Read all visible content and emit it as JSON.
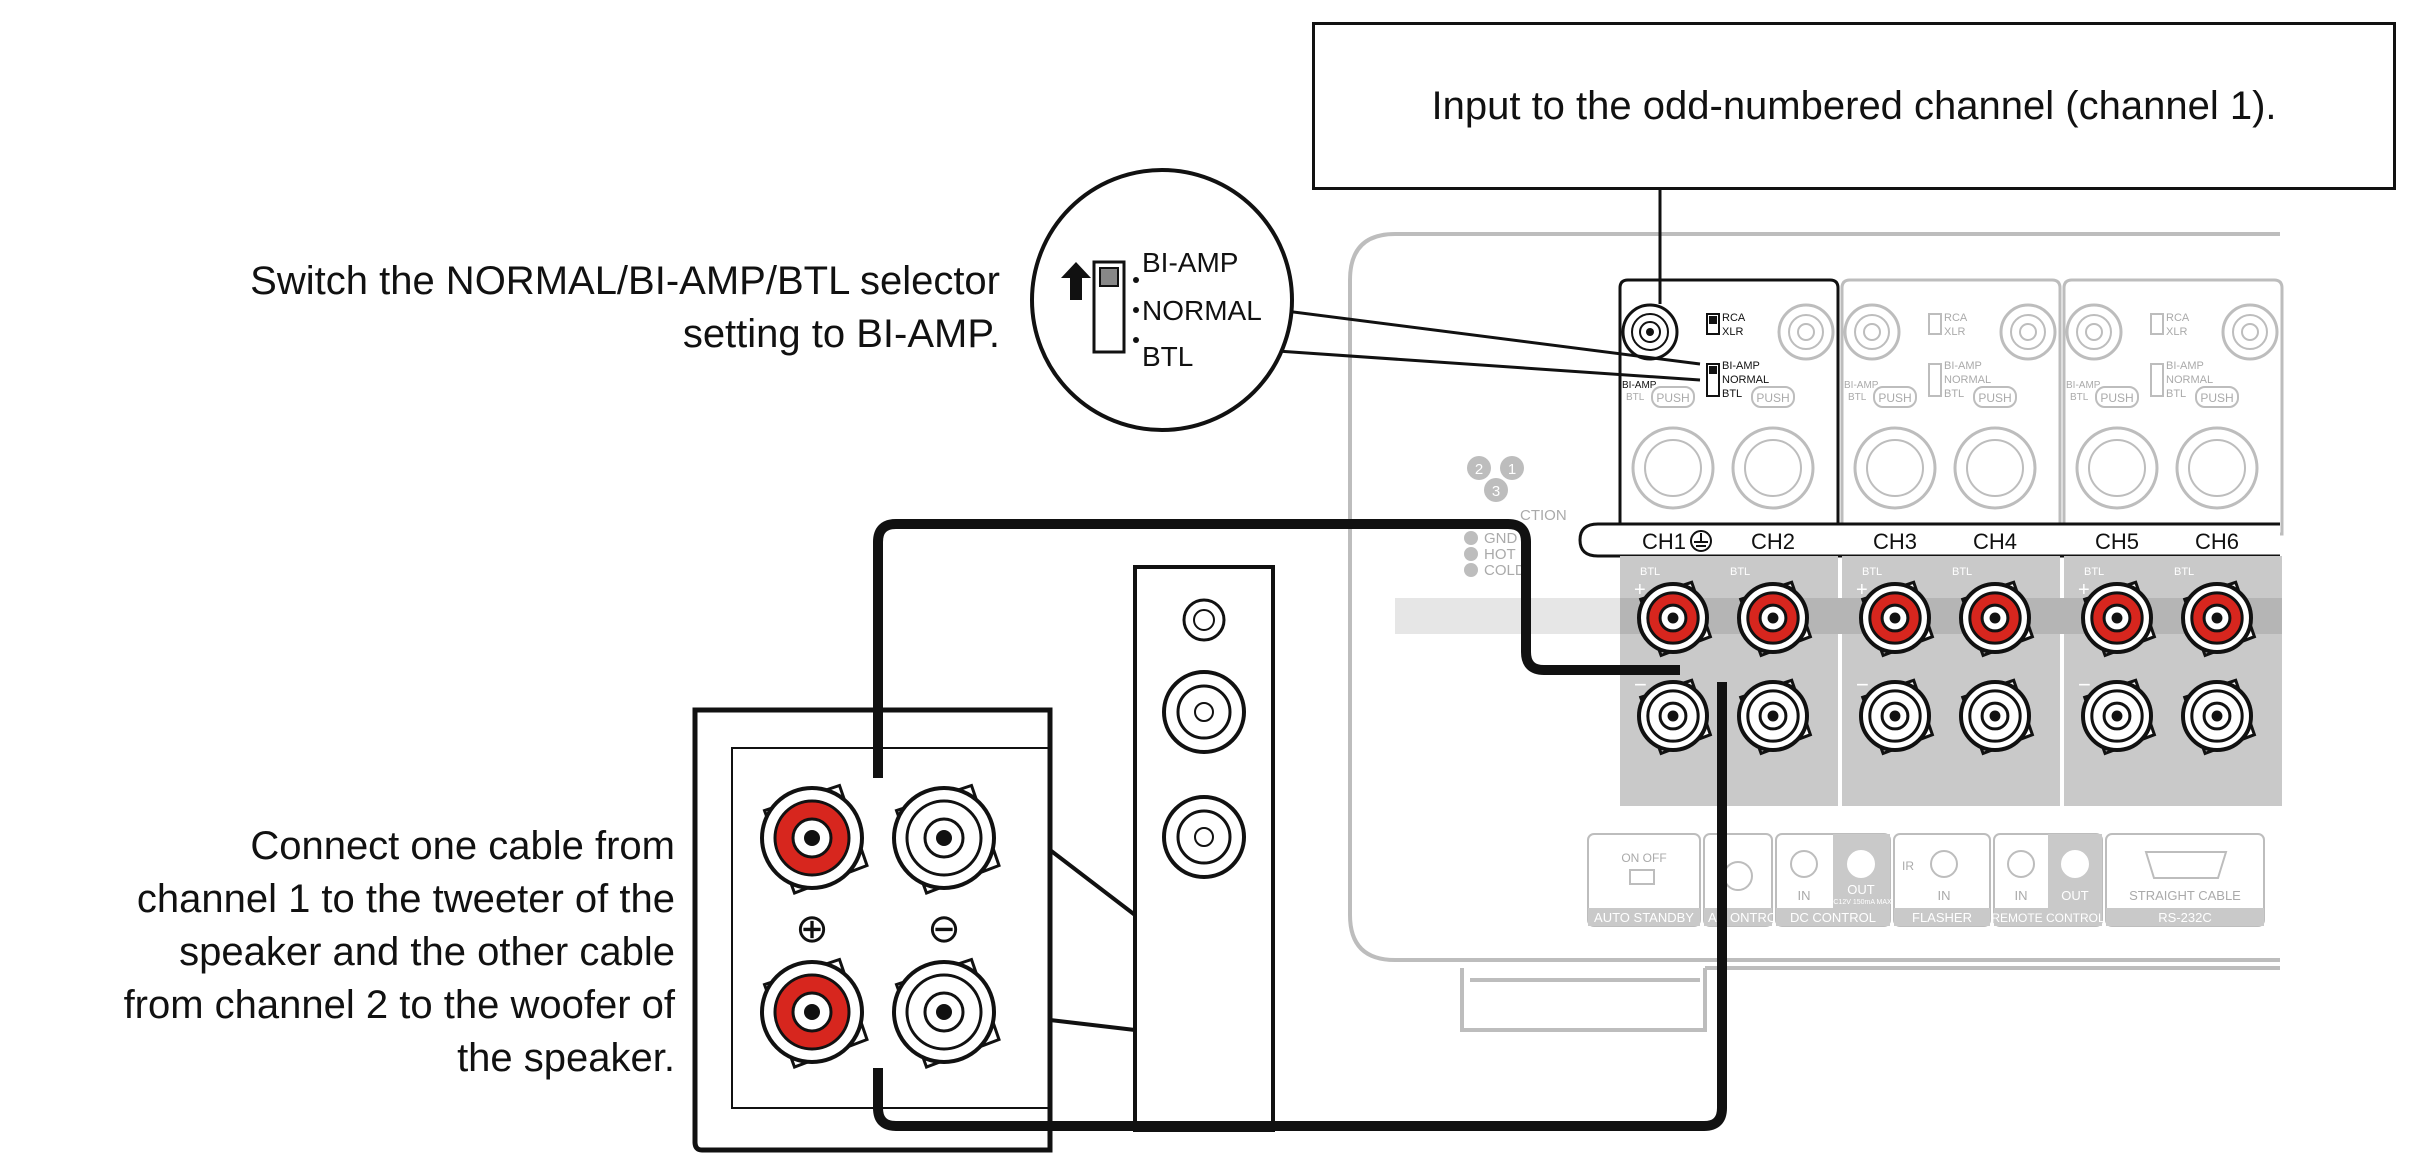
{
  "callout": {
    "input_note": "Input to the odd-numbered channel (channel 1)."
  },
  "captions": {
    "selector_lines": [
      "Switch the NORMAL/BI-AMP/BTL selector",
      "setting to BI-AMP."
    ],
    "connect_lines": [
      "Connect one cable from",
      "channel 1 to the tweeter of the",
      "speaker and the other cable",
      "from channel 2 to the woofer of",
      "the speaker."
    ]
  },
  "selector_zoom": {
    "options": [
      "BI-AMP",
      "NORMAL",
      "BTL"
    ]
  },
  "amp_panel": {
    "channel_labels": [
      "CH1",
      "CH2",
      "CH3",
      "CH4",
      "CH5",
      "CH6"
    ],
    "module_switch_top": [
      "RCA",
      "XLR"
    ],
    "module_switch_mode": [
      "BI-AMP",
      "NORMAL",
      "BTL"
    ],
    "module_side_labels": [
      "BI-AMP",
      "BTL"
    ],
    "push_label": "PUSH",
    "btl_marks": [
      "BTL",
      "BTL"
    ],
    "plus_sign": "+",
    "minus_sign": "−",
    "xlr_pins": [
      "1",
      "2",
      "3"
    ],
    "pin_legend": [
      "GND",
      "HOT",
      "COLD"
    ],
    "pin_legend_title": "CTION",
    "bt_label": "BT",
    "control_panel": {
      "auto_standby_switch": "ON OFF",
      "auto_standby": "AUTO STANDBY",
      "audio_control_partial": "A",
      "audio_control_tail": "ONTROL",
      "dc_in": "IN",
      "dc_out": "OUT",
      "dc_out_rating": "DC12V 150mA MAX.",
      "dc_control": "DC CONTROL",
      "ir": "IR",
      "flasher_in": "IN",
      "flasher": "FLASHER",
      "remote_in": "IN",
      "remote_out": "OUT",
      "remote_control": "REMOTE CONTROL",
      "straight_cable": "STRAIGHT CABLE",
      "rs232c": "RS-232C"
    }
  },
  "speaker": {
    "plus_symbol": "⊕",
    "minus_symbol": "⊖"
  },
  "colors": {
    "terminal_red": "#d7261e",
    "panel_gray": "#c9c9c9",
    "line_dark": "#111111",
    "panel_line": "#bdbdbd"
  }
}
